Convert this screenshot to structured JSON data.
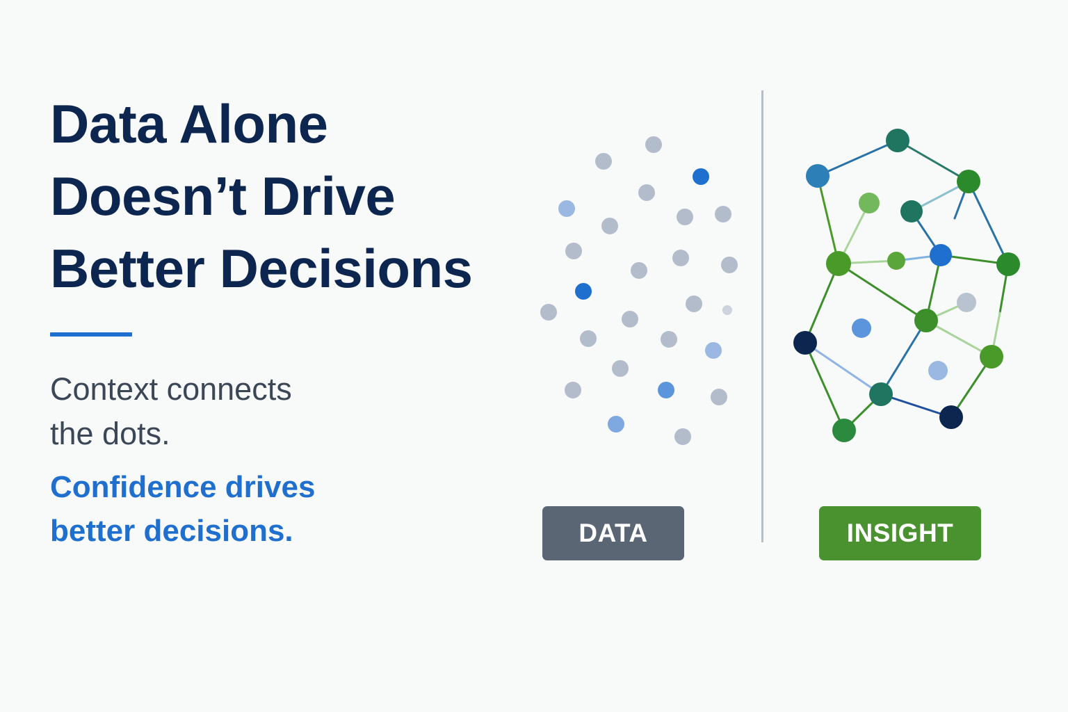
{
  "headline": {
    "lines": [
      "Data Alone",
      "Doesn’t Drive",
      "Better Decisions"
    ]
  },
  "context_text": {
    "lines": [
      "Context connects",
      "the dots."
    ]
  },
  "confidence_text": {
    "lines": [
      "Confidence drives",
      "better decisions."
    ]
  },
  "badges": {
    "data": "DATA",
    "insight": "INSIGHT"
  },
  "colors": {
    "navy": "#0d2650",
    "accent_blue": "#1f6fcf",
    "body_gray": "#3b4757",
    "data_badge": "#5b6675",
    "insight_badge": "#4a9230",
    "dot_gray": "#aab6c6",
    "dot_blue": "#1f6fcf",
    "node_green": "#3c8f2a",
    "node_teal": "#1f7560",
    "node_navy": "#0d2650"
  }
}
